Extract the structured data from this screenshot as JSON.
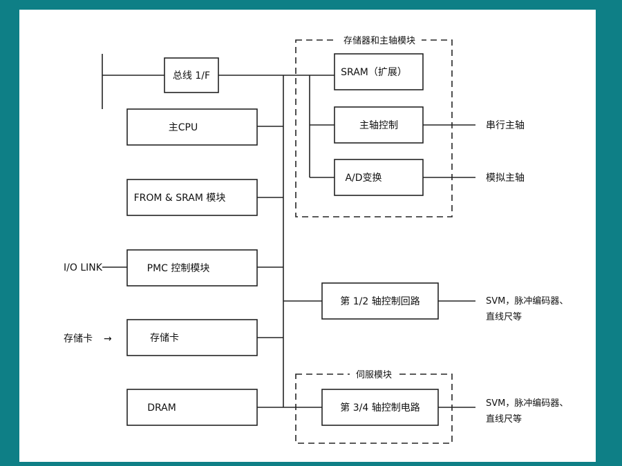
{
  "diagram": {
    "blocks": {
      "bus_if": "总线 1/F",
      "main_cpu": "主CPU",
      "from_sram": "FROM & SRAM 模块",
      "pmc": "PMC 控制模块",
      "memory_card": "存储卡",
      "dram": "DRAM",
      "sram_ext": "SRAM（扩展）",
      "spindle_ctrl": "主轴控制",
      "ad_conv": "A/D变换",
      "axis12": "第 1/2 轴控制回路",
      "axis34": "第 3/4 轴控制电路"
    },
    "groups": {
      "memory_spindle": "存储器和主轴模块",
      "servo": "伺服模块"
    },
    "external": {
      "io_link": "I/O LINK",
      "memory_card_in": "存储卡",
      "memory_card_arrow": "→",
      "serial_spindle": "串行主轴",
      "analog_spindle": "模拟主轴",
      "axis12_out_line1": "SVM，脉冲编码器、",
      "axis12_out_line2": "直线尺等",
      "axis34_out_line1": "SVM，脉冲编码器、",
      "axis34_out_line2": "直线尺等"
    }
  }
}
